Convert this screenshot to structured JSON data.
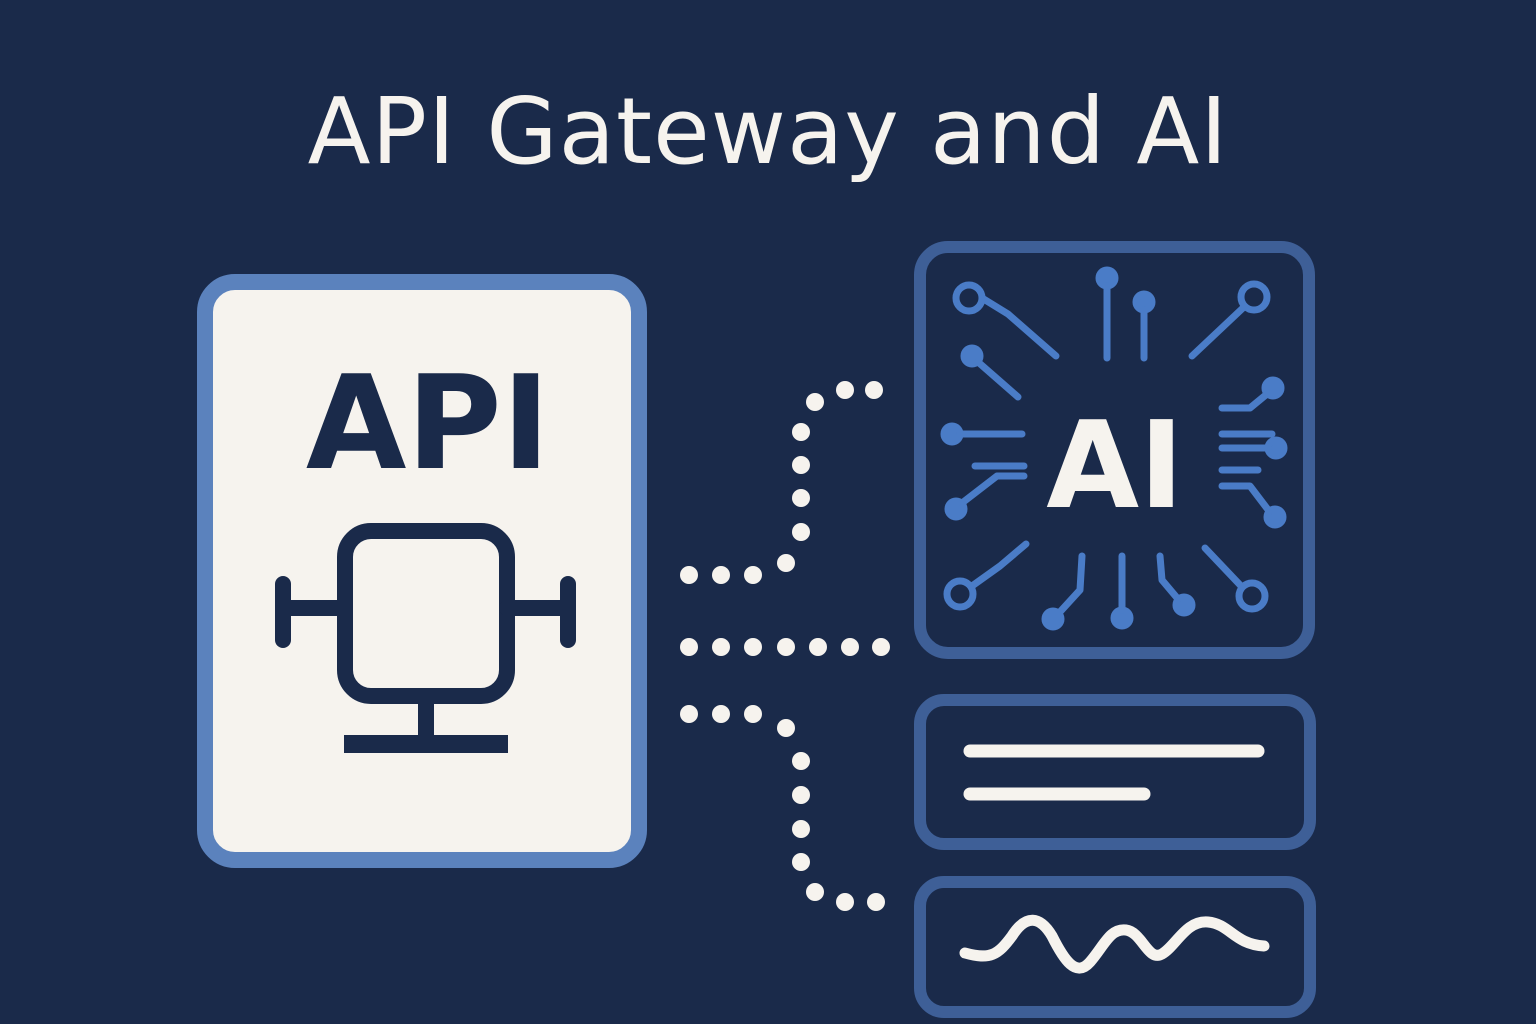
{
  "title": "API Gateway and AI",
  "api_card": {
    "label": "API",
    "icon": "gateway-device-icon"
  },
  "ai_card": {
    "label": "AI",
    "icon": "circuit-chip-icon"
  },
  "text_card": {
    "icon": "text-lines-icon"
  },
  "wave_card": {
    "icon": "waveform-icon"
  },
  "colors": {
    "background": "#1a2a4a",
    "card_fill": "#f6f3ee",
    "accent_blue": "#5b82bd",
    "circuit_blue": "#4a7cc7",
    "dark_navy": "#1a2a4a",
    "dot_white": "#f6f3ee"
  }
}
